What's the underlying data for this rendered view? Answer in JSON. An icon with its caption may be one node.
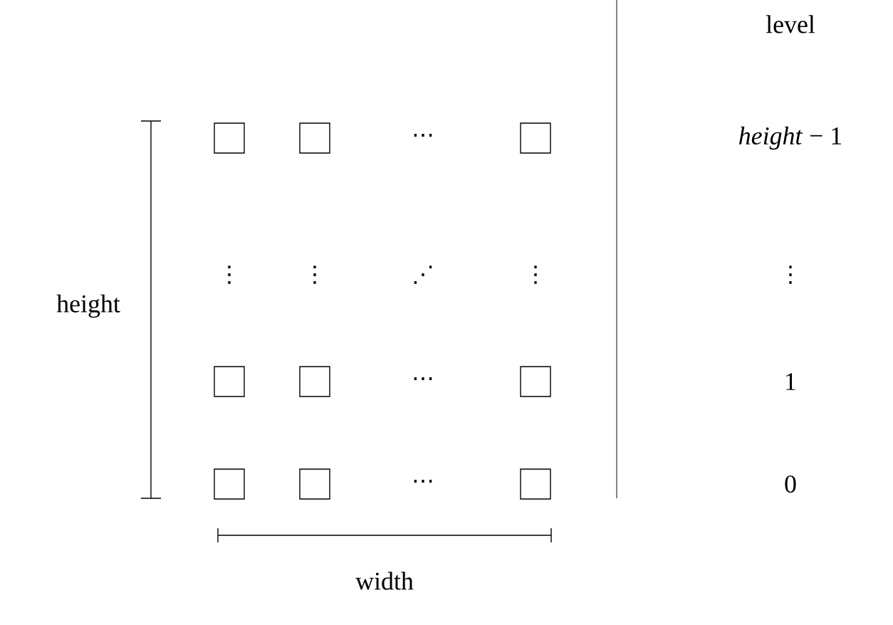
{
  "diagram": {
    "labels": [
      "level",
      "⋯",
      "*height* − 1",
      "⋮",
      "⋮",
      "⋰",
      "⋮",
      "⋮",
      "height",
      "⋯",
      "1",
      "⋯",
      "0",
      "width"
    ]
  }
}
